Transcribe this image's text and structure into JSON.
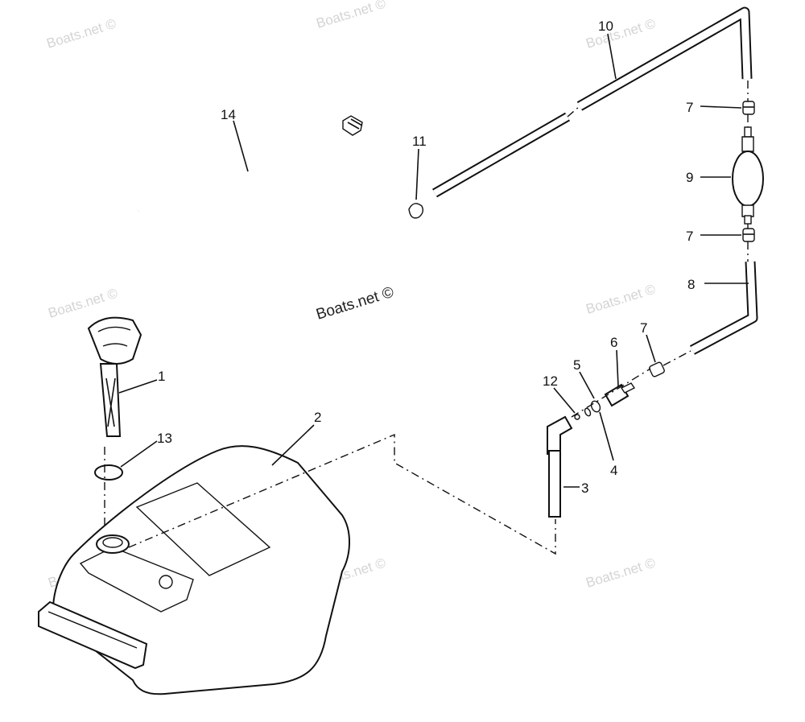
{
  "watermarks": {
    "text": "Boats.net ©"
  },
  "main_watermark": "Boats.net ©",
  "callouts": [
    "1",
    "2",
    "3",
    "4",
    "5",
    "6",
    "7",
    "7",
    "7",
    "8",
    "9",
    "10",
    "11",
    "12",
    "13",
    "14"
  ]
}
